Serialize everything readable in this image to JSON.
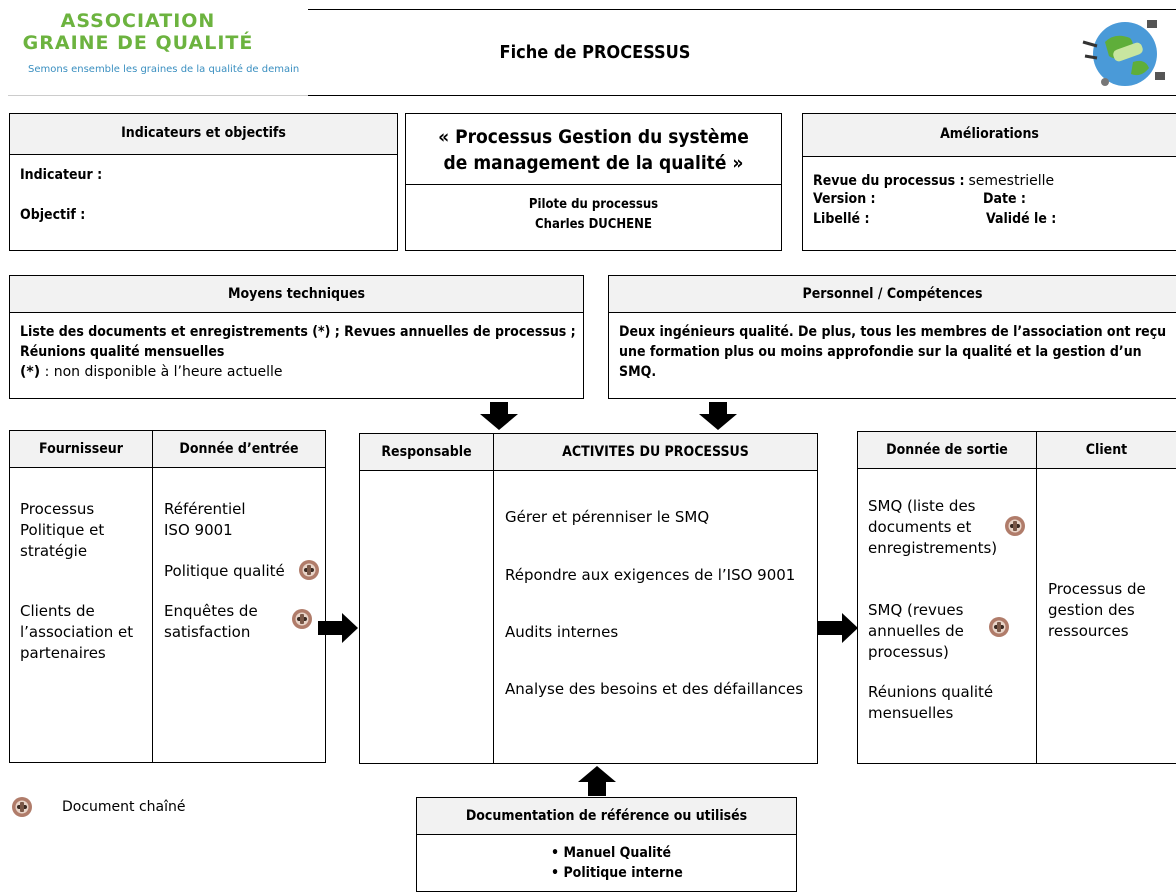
{
  "header": {
    "org_line1": "ASSOCIATION",
    "org_line2": "GRAINE DE QUALITÉ",
    "org_tagline": "Semons ensemble les graines de la qualité de demain",
    "title": "Fiche de PROCESSUS"
  },
  "indicators": {
    "heading": "Indicateurs et objectifs",
    "indicateur_label": "Indicateur :",
    "objectif_label": "Objectif :"
  },
  "process": {
    "title_line1": "« Processus Gestion du système",
    "title_line2": "de management de la qualité »",
    "pilot_label": "Pilote du processus",
    "pilot_name": "Charles DUCHENE"
  },
  "improvements": {
    "heading": "Améliorations",
    "review_label": "Revue du processus :",
    "review_value": "semestrielle",
    "version_label": "Version :",
    "date_label": "Date :",
    "libelle_label": "Libellé :",
    "valide_label": "Validé le :"
  },
  "technical": {
    "heading": "Moyens techniques",
    "line1": "Liste des documents et enregistrements (*) ; Revues annuelles de processus ;",
    "line2": "Réunions qualité mensuelles",
    "note_star": "(*)",
    "note_text": " : non disponible à l’heure actuelle"
  },
  "staff": {
    "heading": "Personnel / Compétences",
    "text": "Deux ingénieurs qualité. De plus, tous les membres de l’association ont reçu une formation plus ou moins approfondie sur la qualité et la gestion d’un SMQ."
  },
  "inputs": {
    "col_supplier": "Fournisseur",
    "col_input": "Donnée d’entrée",
    "supplier1": "Processus Politique et stratégie",
    "supplier2": "Clients de l’association et partenaires",
    "input1": "Référentiel ISO 9001",
    "input2": "Politique qualité",
    "input3": "Enquêtes de satisfaction"
  },
  "activities": {
    "col_responsible": "Responsable",
    "col_activities": "ACTIVITES DU PROCESSUS",
    "items": [
      "Gérer et pérenniser le SMQ",
      "Répondre aux exigences de l’ISO 9001",
      "Audits internes",
      "Analyse des besoins et des défaillances"
    ]
  },
  "outputs": {
    "col_output": "Donnée de sortie",
    "col_client": "Client",
    "output1": "SMQ (liste des documents et enregistrements)",
    "output2": "SMQ (revues annuelles de processus)",
    "output3": "Réunions qualité mensuelles",
    "client1": "Processus de gestion des ressources"
  },
  "legend": {
    "text": "Document chaîné",
    "icon": "chain-link-icon"
  },
  "references": {
    "heading": "Documentation de référence ou utilisés",
    "items": [
      "Manuel Qualité",
      "Politique interne"
    ]
  }
}
